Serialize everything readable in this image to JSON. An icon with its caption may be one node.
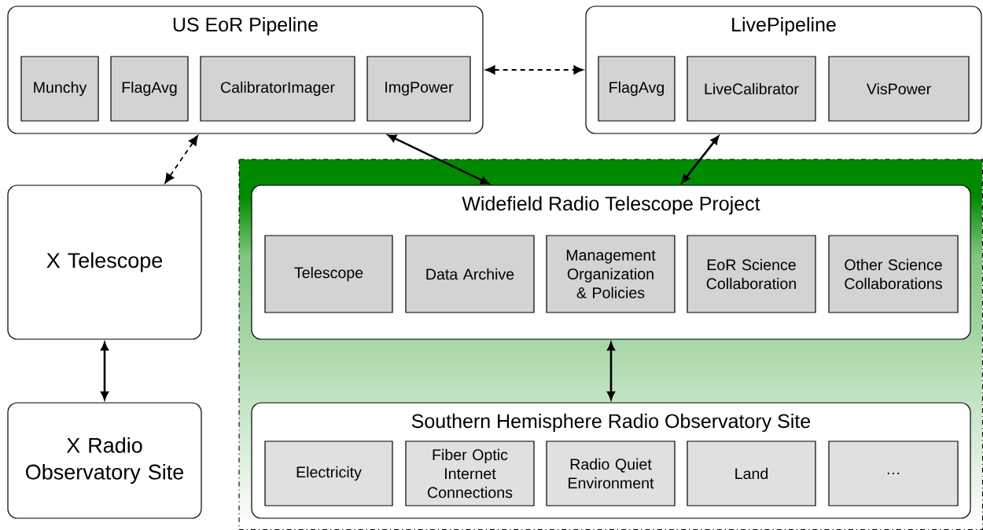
{
  "diagram": {
    "nodes": [
      {
        "text": [
          "US EoR Pipeline"
        ]
      },
      {
        "text": [
          "Munchy"
        ],
        "in": 0
      },
      {
        "text": [
          "FlagAvg"
        ],
        "in": 0
      },
      {
        "text": [
          "CalibratorImager"
        ],
        "in": 0
      },
      {
        "text": [
          "ImgPower"
        ],
        "in": 0
      },
      {
        "text": [
          "LivePipeline"
        ]
      },
      {
        "text": [
          "FlagAvg"
        ],
        "in": 5
      },
      {
        "text": [
          "LiveCalibrator"
        ],
        "in": 5
      },
      {
        "text": [
          "VisPower"
        ],
        "in": 5
      },
      {
        "text": [
          "X Telescope"
        ]
      },
      {
        "text": [
          "X Radio Observatory Site"
        ]
      },
      {
        "text": [
          "Widefield Radio Telescope Project"
        ]
      },
      {
        "text": [
          "Telescope"
        ],
        "in": 11
      },
      {
        "text": [
          "Data Archive"
        ],
        "in": 11
      },
      {
        "text": [
          "Management Organization & Policies"
        ],
        "in": 11
      },
      {
        "text": [
          "EoR Science Collaboration"
        ],
        "in": 11
      },
      {
        "text": [
          "Other Science Collaborations"
        ],
        "in": 11
      },
      {
        "text": [
          "Southern Hemisphere Radio Observatory Site"
        ]
      },
      {
        "text": [
          "Electricity"
        ],
        "in": 17
      },
      {
        "text": [
          "Fiber Optic Internet Connections"
        ],
        "in": 17
      },
      {
        "text": [
          "Radio Quiet Environment"
        ],
        "in": 17
      },
      {
        "text": [
          "Land"
        ],
        "in": 17
      },
      {
        "text": [
          "…"
        ],
        "in": 17
      }
    ],
    "edges": [
      {
        "from": 0,
        "to": 5,
        "arrow": "both",
        "style": "dashed"
      },
      {
        "from": 0,
        "to": 9,
        "arrow": "both",
        "style": "dashed"
      },
      {
        "from": 0,
        "to": 11,
        "arrow": "both"
      },
      {
        "from": 5,
        "to": 11,
        "arrow": "both"
      },
      {
        "from": 9,
        "to": 10,
        "arrow": "both"
      },
      {
        "from": 11,
        "to": 17,
        "arrow": "both"
      }
    ]
  }
}
